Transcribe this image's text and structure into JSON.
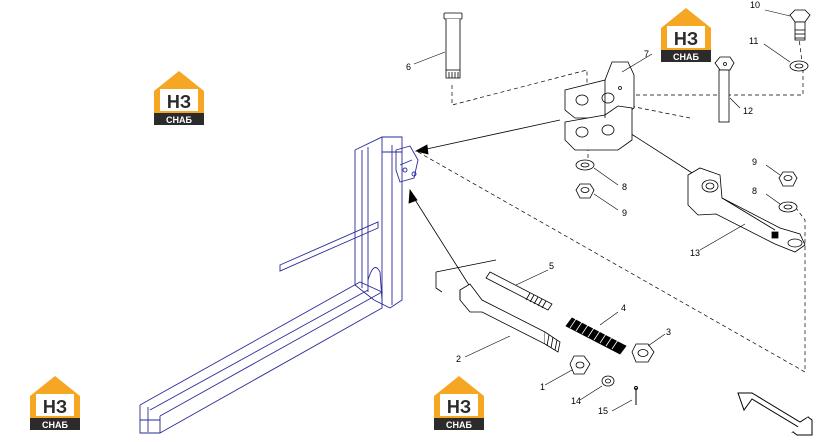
{
  "diagram": {
    "callouts": [
      {
        "id": "1",
        "text": "1"
      },
      {
        "id": "2",
        "text": "2"
      },
      {
        "id": "3",
        "text": "3"
      },
      {
        "id": "4",
        "text": "4"
      },
      {
        "id": "5",
        "text": "5"
      },
      {
        "id": "6",
        "text": "6"
      },
      {
        "id": "7",
        "text": "7"
      },
      {
        "id": "8a",
        "text": "8"
      },
      {
        "id": "8b",
        "text": "8"
      },
      {
        "id": "9a",
        "text": "9"
      },
      {
        "id": "9b",
        "text": "9"
      },
      {
        "id": "10",
        "text": "10"
      },
      {
        "id": "11",
        "text": "11"
      },
      {
        "id": "12",
        "text": "12"
      },
      {
        "id": "13",
        "text": "13"
      },
      {
        "id": "14",
        "text": "14"
      },
      {
        "id": "15",
        "text": "15"
      }
    ]
  },
  "watermark": {
    "letters": "НЗ",
    "caption": "СНАБ",
    "colors": {
      "orange": "#f5a623",
      "dark": "#2b2b2b",
      "white": "#ffffff"
    }
  },
  "colors": {
    "frame_line": "#2a2a9a",
    "part_line": "#000000"
  }
}
